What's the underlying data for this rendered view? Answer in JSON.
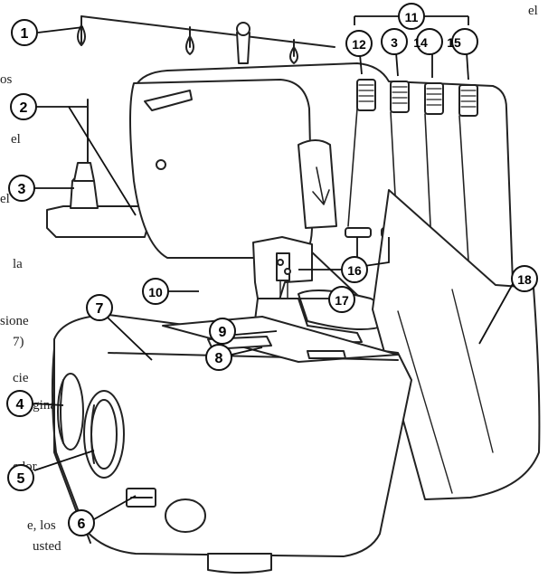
{
  "callouts": [
    {
      "id": "1",
      "label": "1"
    },
    {
      "id": "2",
      "label": "2"
    },
    {
      "id": "3",
      "label": "3"
    },
    {
      "id": "4",
      "label": "4"
    },
    {
      "id": "5",
      "label": "5"
    },
    {
      "id": "6",
      "label": "6"
    },
    {
      "id": "7",
      "label": "7"
    },
    {
      "id": "8",
      "label": "8"
    },
    {
      "id": "9",
      "label": "9"
    },
    {
      "id": "10",
      "label": "10"
    },
    {
      "id": "11",
      "label": "11"
    },
    {
      "id": "12",
      "label": "12"
    },
    {
      "id": "13",
      "label": "3"
    },
    {
      "id": "14",
      "label": "14"
    },
    {
      "id": "15",
      "label": "15"
    },
    {
      "id": "16",
      "label": "16"
    },
    {
      "id": "17",
      "label": "17"
    },
    {
      "id": "18",
      "label": "18"
    }
  ],
  "background_text": [
    {
      "id": "t1",
      "text": "el"
    },
    {
      "id": "t2",
      "text": "os"
    },
    {
      "id": "t3",
      "text": "el"
    },
    {
      "id": "t4",
      "text": "el"
    },
    {
      "id": "t5",
      "text": "la"
    },
    {
      "id": "t6",
      "text": "sione"
    },
    {
      "id": "t7",
      "text": "7)"
    },
    {
      "id": "t8",
      "text": "cie"
    },
    {
      "id": "t9",
      "text": "pagina"
    },
    {
      "id": "t10",
      "text": "edor"
    },
    {
      "id": "t11",
      "text": "e,  los"
    },
    {
      "id": "t12",
      "text": "usted"
    }
  ]
}
